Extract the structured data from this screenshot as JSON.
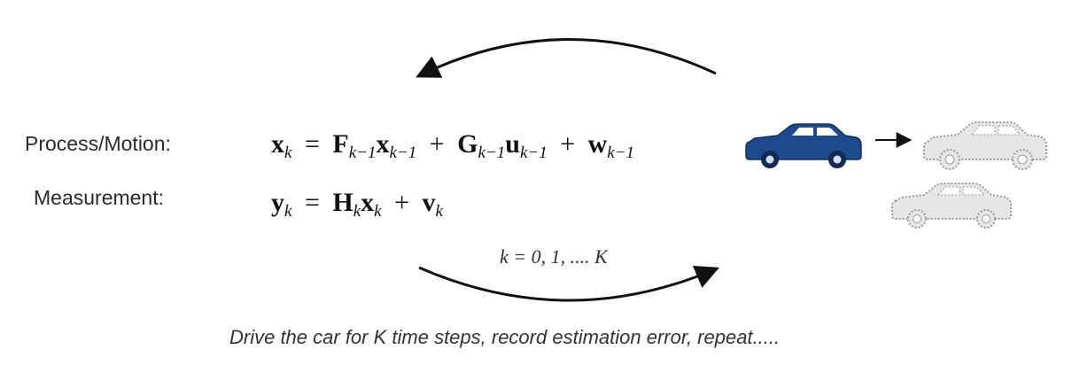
{
  "labels": {
    "process": "Process/Motion:",
    "measurement": "Measurement:"
  },
  "equations": {
    "process": {
      "x": "x",
      "k": "k",
      "F": "F",
      "km1": "k−1",
      "G": "G",
      "u": "u",
      "w": "w",
      "eq": "=",
      "plus": "+"
    },
    "measurement": {
      "y": "y",
      "k": "k",
      "H": "H",
      "x": "x",
      "v": "v",
      "eq": "=",
      "plus": "+"
    }
  },
  "index_range": "k = 0, 1, .... K",
  "caption": "Drive the car for K time steps, record estimation error, repeat.....",
  "colors": {
    "arrow": "#111111",
    "car_active": "#1d4a8c",
    "car_ghost_fill": "#e6e6e6",
    "car_ghost_stroke": "#9a9a9a"
  },
  "icons": {
    "active_car": "car-icon",
    "predicted_car": "car-outline-icon",
    "measured_car": "car-outline-icon"
  }
}
